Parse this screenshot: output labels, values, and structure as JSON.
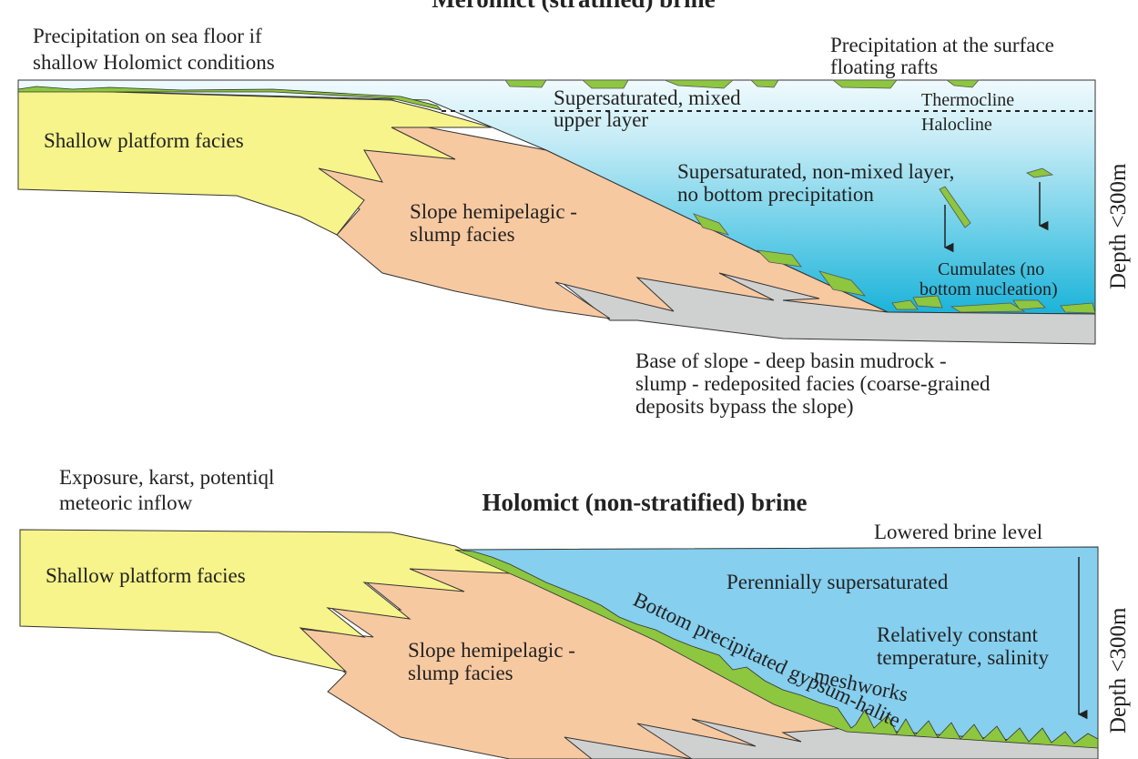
{
  "colors": {
    "platform": "#f6f48a",
    "slope": "#f7c9a1",
    "basin": "#cfd0d0",
    "brine_top_light": "#e8f7fc",
    "brine_deep": "#25b9dc",
    "brine_holomict": "#86cfee",
    "precipitate": "#8dc63f",
    "outline": "#333333"
  },
  "meromict": {
    "title": "Meromict (stratified) brine",
    "precip_sea_floor": [
      "Precipitation on sea floor if",
      "shallow Holomict conditions"
    ],
    "precip_surface": [
      "Precipitation at the surface",
      "floating rafts"
    ],
    "mixed_layer": [
      "Supersaturated, mixed",
      "upper layer"
    ],
    "thermocline": "Thermocline",
    "halocline": "Halocline",
    "platform": "Shallow platform facies",
    "nonmixed_layer": [
      "Supersaturated, non-mixed layer,",
      "no bottom precipitation"
    ],
    "slope": [
      "Slope hemipelagic -",
      "slump facies"
    ],
    "cumulates": [
      "Cumulates (no",
      "bottom nucleation)"
    ],
    "depth": "Depth <300m",
    "base_of_slope": [
      "Base of slope - deep basin mudrock -",
      "slump - redeposited facies (coarse-grained",
      "deposits bypass the slope)"
    ]
  },
  "holomict": {
    "title": "Holomict (non-stratified) brine",
    "exposure": [
      "Exposure, karst, potentiql",
      "meteoric inflow"
    ],
    "lowered_level": "Lowered brine level",
    "platform": "Shallow platform facies",
    "perennial": "Perennially supersaturated",
    "constant": [
      "Relatively constant",
      "temperature, salinity"
    ],
    "slope": [
      "Slope hemipelagic -",
      "slump facies"
    ],
    "bottom_precip": "Bottom precipitated gypsum-halite meshworks",
    "depth": "Depth <300m"
  }
}
